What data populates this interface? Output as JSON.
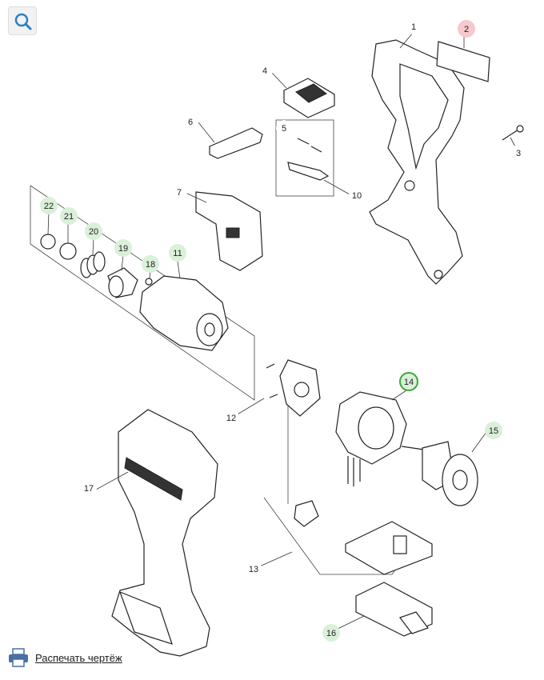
{
  "toolbar": {
    "search_icon": "search-icon",
    "print_icon": "printer-icon",
    "print_label": "Распечать чертёж"
  },
  "colors": {
    "callout_default": "#d9f0d9",
    "callout_highlight_red": "#f6c9cc",
    "callout_selected_border": "#3aa83a"
  },
  "callouts": [
    {
      "number": "1",
      "style": "plain"
    },
    {
      "number": "2",
      "style": "red"
    },
    {
      "number": "3",
      "style": "plain"
    },
    {
      "number": "4",
      "style": "plain"
    },
    {
      "number": "5",
      "style": "plain"
    },
    {
      "number": "6",
      "style": "plain"
    },
    {
      "number": "7",
      "style": "plain"
    },
    {
      "number": "10",
      "style": "plain"
    },
    {
      "number": "11",
      "style": "green"
    },
    {
      "number": "12",
      "style": "plain"
    },
    {
      "number": "13",
      "style": "plain"
    },
    {
      "number": "14",
      "style": "selected"
    },
    {
      "number": "15",
      "style": "green"
    },
    {
      "number": "16",
      "style": "green"
    },
    {
      "number": "17",
      "style": "plain"
    },
    {
      "number": "18",
      "style": "green"
    },
    {
      "number": "19",
      "style": "green"
    },
    {
      "number": "20",
      "style": "green"
    },
    {
      "number": "21",
      "style": "green"
    },
    {
      "number": "22",
      "style": "green"
    }
  ]
}
